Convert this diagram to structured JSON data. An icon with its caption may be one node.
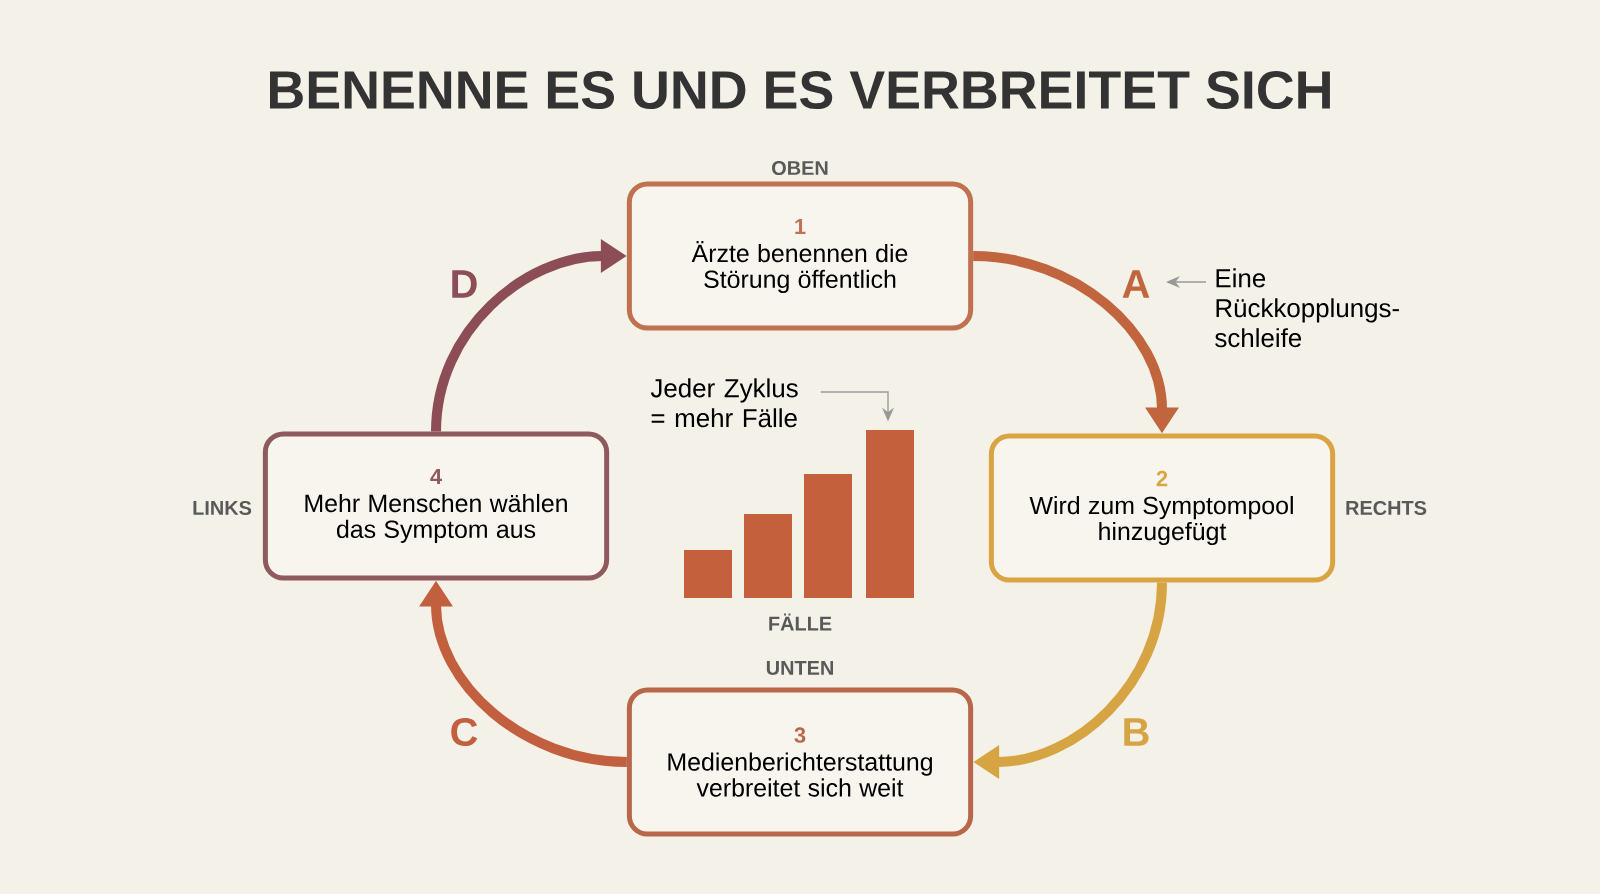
{
  "diagram": {
    "title": "BENENNE ES UND ES VERBREITET SICH",
    "nodes": [
      {
        "text": [
          "1",
          "Ärzte benennen die Störung öffentlich"
        ],
        "beside": [
          "OBEN"
        ]
      },
      {
        "text": [
          "2",
          "Wird zum Symptompool hinzugefügt"
        ],
        "beside": [
          "RECHTS"
        ]
      },
      {
        "text": [
          "3",
          "Medienberichterstattung verbreitet sich weit"
        ],
        "beside": [
          "UNTEN"
        ]
      },
      {
        "text": [
          "4",
          "Mehr Menschen wählen das Symptom aus"
        ],
        "beside": [
          "LINKS"
        ]
      },
      {
        "text": [
          "Eine Rückkopplungs-schleife"
        ]
      },
      {
        "text": [
          "Jeder Zyklus = mehr Fälle"
        ]
      },
      {
        "text": [],
        "shape": "picture",
        "beside": [
          "FÄLLE"
        ]
      }
    ],
    "edges": [
      {
        "from": 0,
        "to": 1,
        "arrow": "to",
        "label": "A",
        "color": "#c1653f"
      },
      {
        "from": 1,
        "to": 2,
        "arrow": "to",
        "label": "B",
        "color": "#d6a443"
      },
      {
        "from": 2,
        "to": 3,
        "arrow": "to",
        "label": "C",
        "color": "#c25f3e"
      },
      {
        "from": 3,
        "to": 0,
        "arrow": "to",
        "label": "D",
        "color": "#8c4d57"
      },
      {
        "from": 4,
        "to": null,
        "arrow": "to"
      },
      {
        "from": 5,
        "to": 6,
        "arrow": "to"
      }
    ]
  }
}
